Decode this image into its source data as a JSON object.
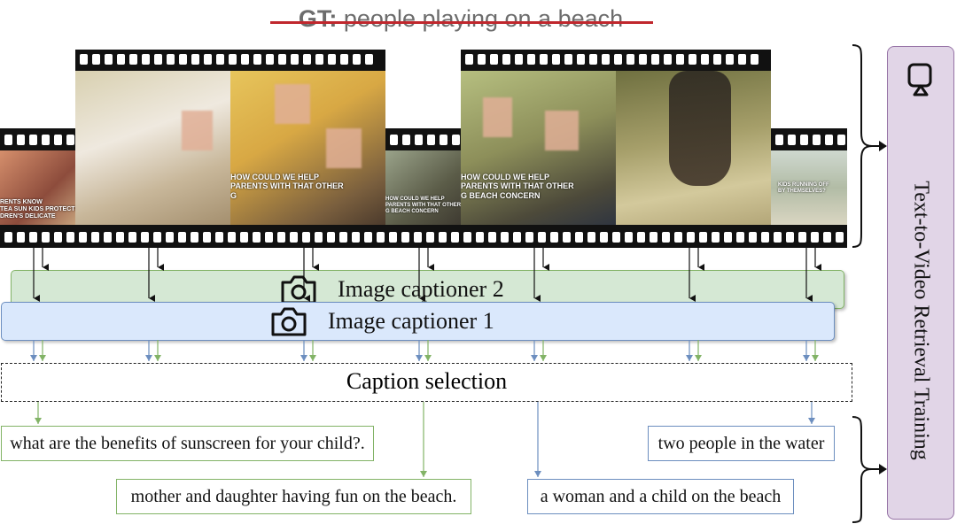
{
  "header": {
    "gt_label": "GT:",
    "gt_text": "people playing on a beach"
  },
  "frames": [
    {
      "caption": "RENTS KNOW\nTEA SUN KIDS PROTECTS\nDREN'S DELICATE",
      "bg": "#c7876a"
    },
    {
      "caption": "",
      "bg": "#cdbf9c"
    },
    {
      "caption": "HOW COULD WE HELP\nPARENTS WITH THAT OTHER\nG",
      "bg": "#c9a64a"
    },
    {
      "caption": "HOW COULD WE HELP\nPARENTS WITH THAT OTHER\nG BEACH CONCERN",
      "bg": "#6f7157"
    },
    {
      "caption": "HOW COULD WE HELP\nPARENTS WITH THAT OTHER\nG BEACH CONCERN",
      "bg": "#7e8a4e"
    },
    {
      "caption": "",
      "bg": "#8a8a55"
    },
    {
      "caption": "KIDS RUNNING OFF\nBY THEMSELVES?",
      "bg": "#a7b59a"
    }
  ],
  "captioner2": {
    "label": "Image captioner 2",
    "icon": "camera-icon"
  },
  "captioner1": {
    "label": "Image captioner 1",
    "icon": "camera-icon"
  },
  "selection": {
    "label": "Caption selection"
  },
  "selected_captions": [
    {
      "text": "what are the benefits of sunscreen for your child?.",
      "source": "green"
    },
    {
      "text": "mother and daughter having fun on the beach.",
      "source": "green"
    },
    {
      "text": "two people in the water",
      "source": "blue"
    },
    {
      "text": "a woman and a child on the beach",
      "source": "blue"
    }
  ],
  "training": {
    "label": "Text-to-Video Retrieval Training",
    "icon": "video-icon"
  },
  "colors": {
    "green": "#82b366",
    "blue": "#6c8ebf",
    "green_fill": "#d5e8d4",
    "blue_fill": "#dae8fc",
    "purple_fill": "#e1d5e7",
    "strike": "#c0272d"
  }
}
